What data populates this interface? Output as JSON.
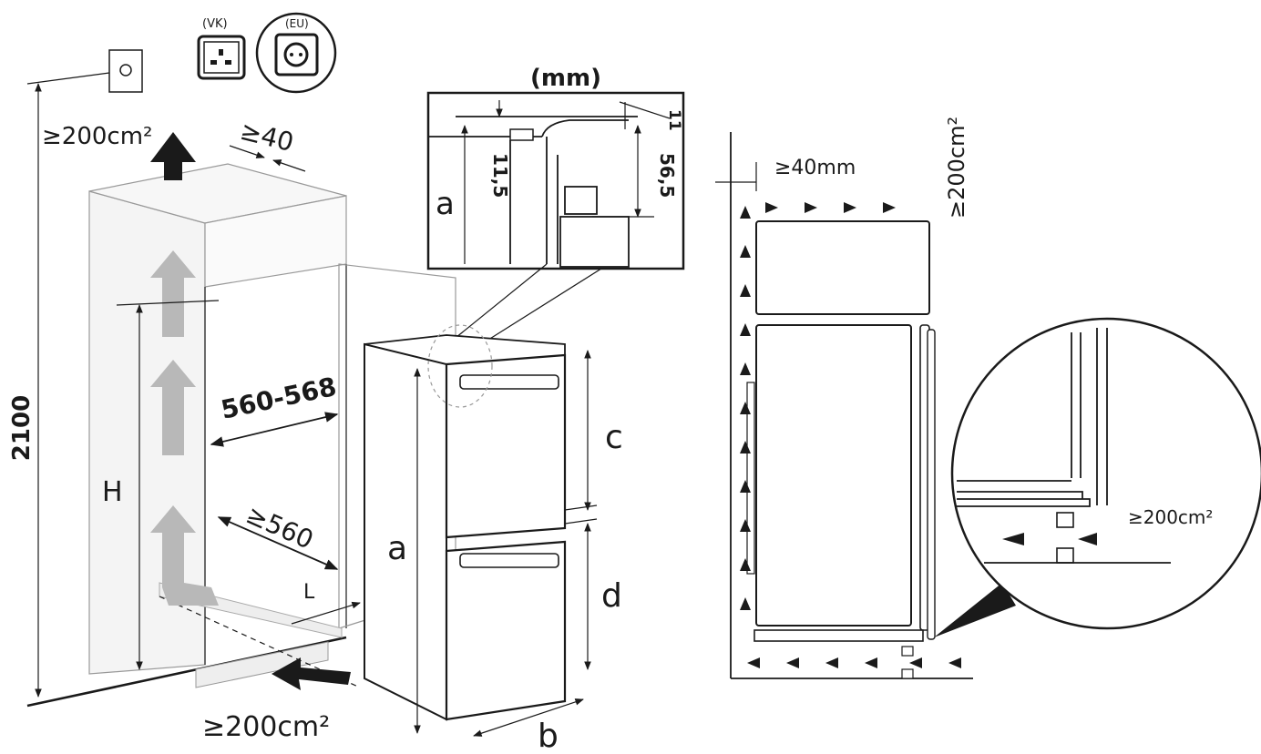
{
  "labels": {
    "socket_uk": "(VK)",
    "socket_eu": "(EU)",
    "unit_mm": "(mm)",
    "top_vent_area": "≥200cm²",
    "top_gap": "≥40",
    "height_total": "2100",
    "niche_width": "560-568",
    "niche_depth": "≥560",
    "dim_h": "H",
    "dim_l": "L",
    "bottom_vent_area": "≥200cm²",
    "detail_a": "a",
    "detail_115": "11,5",
    "detail_565": "56,5",
    "detail_11": "11",
    "dim_a": "a",
    "dim_b": "b",
    "dim_c": "c",
    "dim_d": "d",
    "side_gap": "≥40mm",
    "side_vent_top": "≥200cm²",
    "side_vent_bottom": "≥200cm²"
  },
  "colors": {
    "line": "#1a1a1a",
    "arrow_gray": "#b8b8b8",
    "panel_fill": "#f4f4f4"
  },
  "icons": {
    "wall_socket": "wall-socket-icon",
    "uk_socket": "uk-socket-icon",
    "eu_socket": "eu-socket-icon"
  }
}
